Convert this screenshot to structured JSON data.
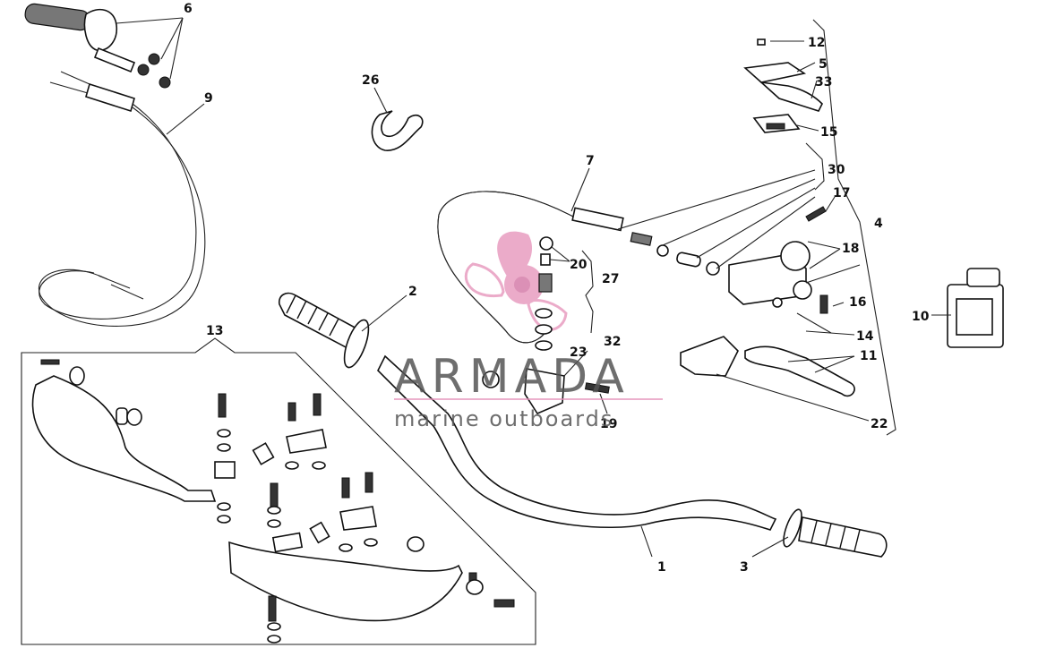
{
  "watermark": {
    "title": "ARMADA",
    "subtitle": "marine outboards",
    "logo_color": "#e58fb8",
    "text_color": "#555555"
  },
  "callouts": [
    "1",
    "2",
    "3",
    "4",
    "5",
    "6",
    "7",
    "9",
    "10",
    "11",
    "12",
    "13",
    "14",
    "15",
    "16",
    "17",
    "18",
    "19",
    "20",
    "22",
    "23",
    "26",
    "27",
    "30",
    "32",
    "33"
  ]
}
